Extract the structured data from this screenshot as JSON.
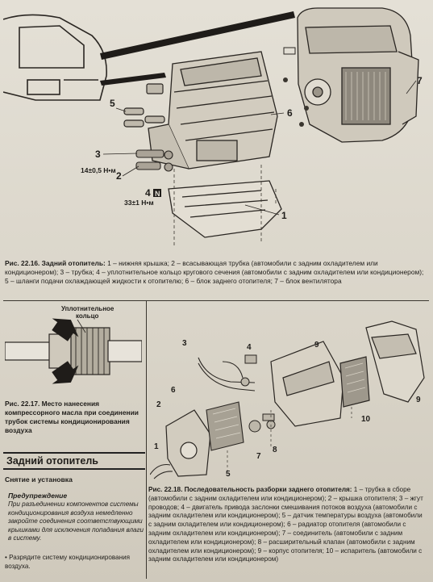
{
  "figure1": {
    "callouts": [
      "1",
      "2",
      "3",
      "4",
      "5",
      "6",
      "7"
    ],
    "torque_top": "14±0,5 Н•м",
    "torque_bottom": "33±1 Н•м",
    "box_letter": "N",
    "caption_bold": "Рис. 22.16. Задний отопитель:",
    "caption_text": " 1 – нижняя крышка; 2 – всасывающая трубка (автомобили с задним охладителем или кондиционером); 3 – трубка; 4 – уплотнительное кольцо кругового сечения (автомобили с задним охладителем или кондиционером); 5 – шланги подачи охлаждающей жидкости к отопителю; 6 – блок заднего отопителя; 7 – блок вентилятора"
  },
  "figure2": {
    "label_line1": "Уплотнительное",
    "label_line2": "кольцо",
    "caption": "Рис. 22.17. Место нанесения компрессорного масла при соединении трубок системы кондиционирования воздуха"
  },
  "section": {
    "title": "Задний отопитель",
    "subtitle": "Снятие и установка",
    "warning_title": "Предупреждение",
    "warning_text": "При разъединении компонентов системы кондиционирования воздуха немедленно закройте соединения соответствующими крышками для исключения попадания влаги в систему.",
    "bullet": "• Разрядите систему кондиционирования воздуха."
  },
  "figure3": {
    "callouts": [
      "1",
      "2",
      "3",
      "4",
      "5",
      "6",
      "7",
      "8",
      "9",
      "9",
      "10"
    ],
    "caption_bold": "Рис. 22.18. Последовательность разборки заднего отопителя:",
    "caption_text": " 1 – трубка в сборе (автомобили с задним охладителем или кондиционером); 2 – крышка отопителя; 3 – жгут проводов; 4 – двигатель привода заслонки смешивания потоков воздуха (автомобили с задним охладителем или кондиционером); 5 – датчик температуры воздуха (автомобили с задним охладителем или кондиционером); 6 – радиатор отопителя (автомобили с задним охладителем или кондиционером); 7 – соединитель (автомобили с задним охладителем или кондиционером); 8 – расширительный клапан (автомобили с задним охладителем или кондиционером); 9 – корпус отопителя; 10 – испаритель (автомобили с задним охладителем или кондиционером)"
  }
}
